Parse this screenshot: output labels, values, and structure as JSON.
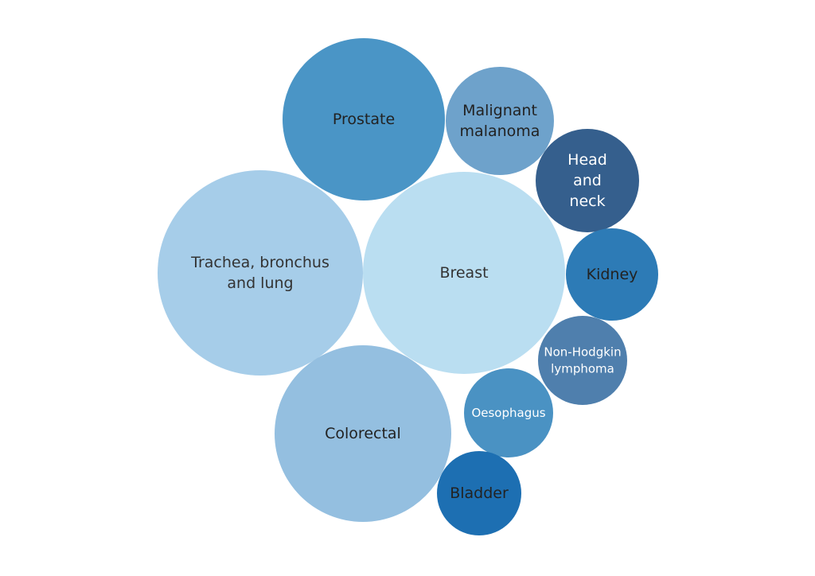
{
  "chart_data": {
    "type": "bubble",
    "items": [
      {
        "label": [
          "Trachea, bronchus",
          "and lung"
        ],
        "color": "#a6cde9",
        "text_color": "#333333"
      },
      {
        "label": [
          "Breast"
        ],
        "color": "#badef1",
        "text_color": "#333333"
      },
      {
        "label": [
          "Prostate"
        ],
        "color": "#4a95c6",
        "text_color": "#222222"
      },
      {
        "label": [
          "Colorectal"
        ],
        "color": "#94bfe0",
        "text_color": "#222222"
      },
      {
        "label": [
          "Malignant",
          "malanoma"
        ],
        "color": "#6ea2cb",
        "text_color": "#222222"
      },
      {
        "label": [
          "Head",
          "and",
          "neck"
        ],
        "color": "#355f8d",
        "text_color": "#ffffff"
      },
      {
        "label": [
          "Kidney"
        ],
        "color": "#2d7bb6",
        "text_color": "#222222"
      },
      {
        "label": [
          "Non-Hodgkin",
          "lymphoma"
        ],
        "color": "#4f7fad",
        "text_color": "#ffffff"
      },
      {
        "label": [
          "Oesophagus"
        ],
        "color": "#4a92c3",
        "text_color": "#ffffff"
      },
      {
        "label": [
          "Bladder"
        ],
        "color": "#1d6fb2",
        "text_color": "#222222"
      }
    ]
  }
}
